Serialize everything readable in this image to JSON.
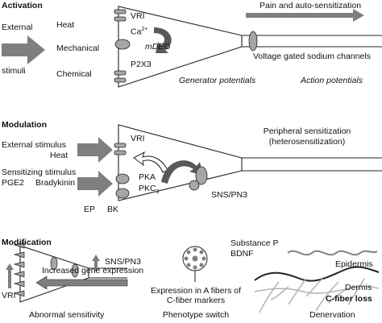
{
  "activation": {
    "title": "Activation",
    "external": "External",
    "stimuli": "stimuli",
    "heat": "Heat",
    "mechanical": "Mechanical",
    "chemical": "Chemical",
    "vri": "VRI",
    "ca": "Ca",
    "ca_sup": "2+",
    "mdeg": "mDEG",
    "p2x3": "P2X3",
    "pain": "Pain and auto-sensitization",
    "vgsc": "Voltage gated sodium channels",
    "generator": "Generator potentials",
    "action": "Action potentials"
  },
  "modulation": {
    "title": "Modulation",
    "external_stimulus": "External stimulus",
    "heat": "Heat",
    "sensitizing": "Sensitizing stimulus",
    "pge2": "PGE2",
    "bradykinin": "Bradykinin",
    "vri": "VRI",
    "pka": "PKA",
    "pkc": "PKC",
    "pkc_sub": "3",
    "sns": "SNS/PN3",
    "ep": "EP",
    "bk": "BK",
    "peripheral": "Peripheral sensitization",
    "hetero": "(heterosensitization)"
  },
  "modification": {
    "title": "Modification",
    "sns": "SNS/PN3",
    "gene": "Increased gene expression",
    "vri": "VRI",
    "abnormal": "Abnormal sensitivity",
    "expr1": "Expression in A fibers of",
    "expr2": "C-fiber markers",
    "phenotype": "Phenotype switch",
    "subp": "Substance P",
    "bdnf": "BDNF",
    "epidermis": "Epidermis",
    "dermis": "Dermis",
    "loss": "C-fiber loss",
    "denervation": "Denervation"
  },
  "colors": {
    "arrow": "#7f7f7f",
    "channel": "#a6a6a6",
    "line": "#222222",
    "fiber": "#b3b3b3"
  }
}
